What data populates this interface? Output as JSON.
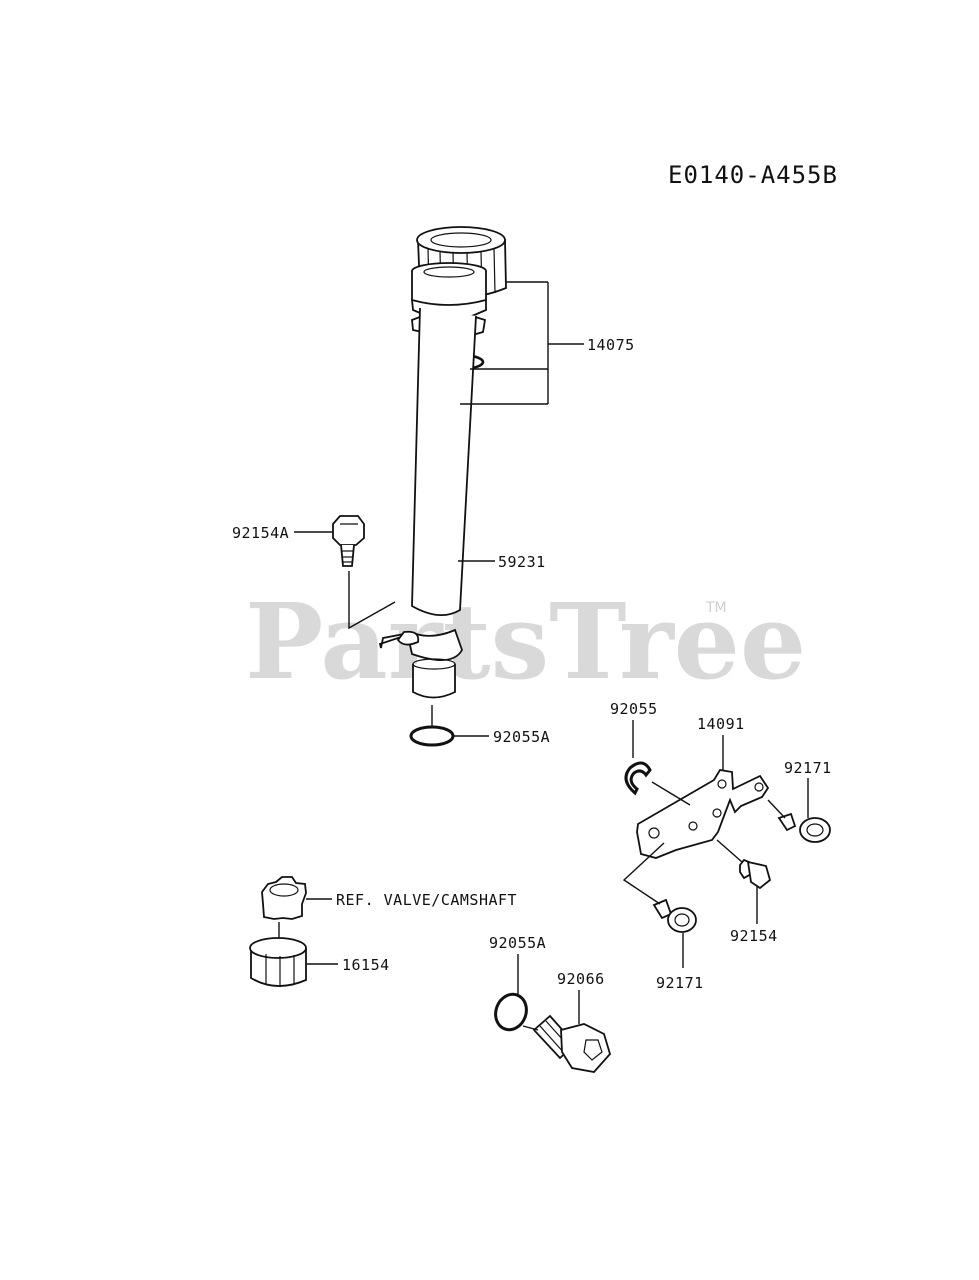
{
  "diagram_code": "E0140-A455B",
  "watermark": {
    "text": "PartsTree",
    "trademark": "TM"
  },
  "callouts": {
    "c14075": "14075",
    "c59231": "59231",
    "c92154A": "92154A",
    "c92055A_top": "92055A",
    "c92055": "92055",
    "c14091": "14091",
    "c92171_right": "92171",
    "c92154": "92154",
    "c92171_bottom": "92171",
    "c_ref": "REF. VALVE/CAMSHAFT",
    "c16154": "16154",
    "c92055A_bottom": "92055A",
    "c92066": "92066"
  },
  "colors": {
    "line": "#111111",
    "watermark": "#d9d9d9",
    "background": "#ffffff"
  }
}
